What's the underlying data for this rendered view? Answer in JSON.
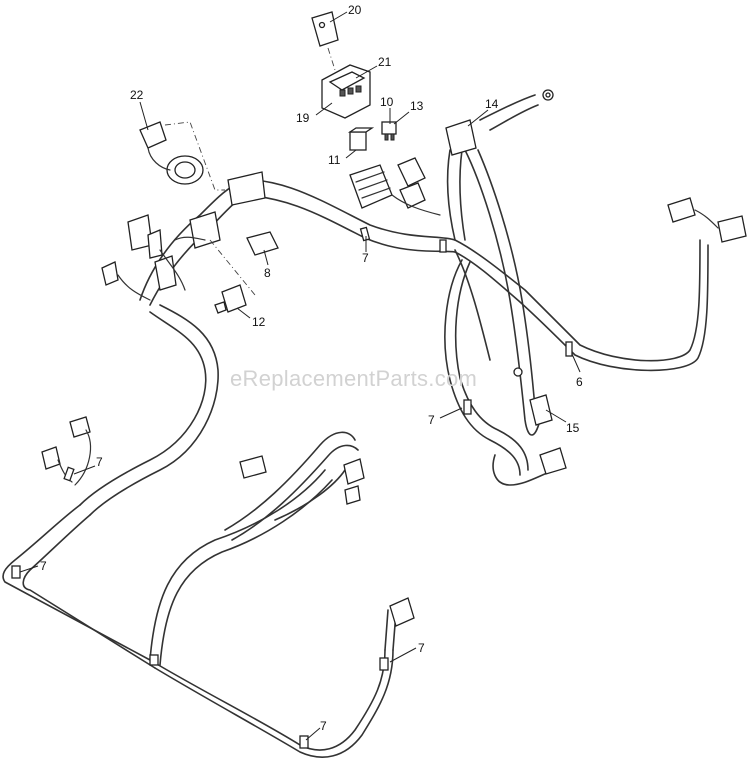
{
  "watermark": "eReplacementParts.com",
  "callouts": [
    {
      "label": "20"
    },
    {
      "label": "21"
    },
    {
      "label": "19"
    },
    {
      "label": "22"
    },
    {
      "label": "10"
    },
    {
      "label": "13"
    },
    {
      "label": "14"
    },
    {
      "label": "11"
    },
    {
      "label": "7"
    },
    {
      "label": "8"
    },
    {
      "label": "12"
    },
    {
      "label": "6"
    },
    {
      "label": "7"
    },
    {
      "label": "15"
    },
    {
      "label": "7"
    },
    {
      "label": "7"
    },
    {
      "label": "7"
    },
    {
      "label": "7"
    }
  ]
}
